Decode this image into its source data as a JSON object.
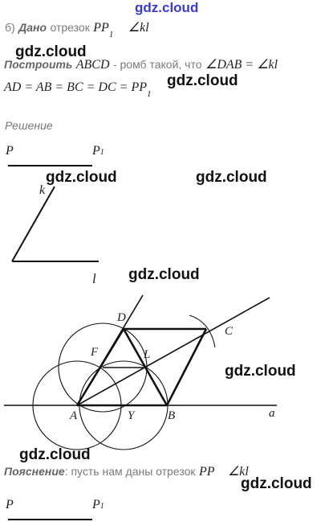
{
  "watermark_text": "gdz.cloud",
  "line1": {
    "prefix": "б)",
    "dano": "Дано",
    "rest": "отрезок",
    "pp": "PP",
    "sub": "1",
    "angle": "∠kl"
  },
  "line2": {
    "postroit": "Построить",
    "abcd": "ABCD",
    "mid": "- ромб такой, что",
    "angle_eq": "∠DAB = ∠kl"
  },
  "line3": {
    "eq": "AD = AB = BC = DC = PP",
    "sub": "1"
  },
  "reshenie": "Решение",
  "seg_top": {
    "p": "P",
    "p1": "P",
    "p1_sub": "1"
  },
  "angle_fig": {
    "k": "k",
    "l": "l"
  },
  "points": {
    "D": "D",
    "C": "C",
    "F": "F",
    "L": "L",
    "A": "A",
    "Y": "Y",
    "B": "B",
    "a": "a"
  },
  "poyasnenie": {
    "label": "Пояснение",
    "text": ": пусть нам даны отрезок",
    "pp": "PP",
    "angle": "∠kl"
  },
  "seg_bottom": {
    "p": "P",
    "p1": "P",
    "p1_sub": "1"
  }
}
